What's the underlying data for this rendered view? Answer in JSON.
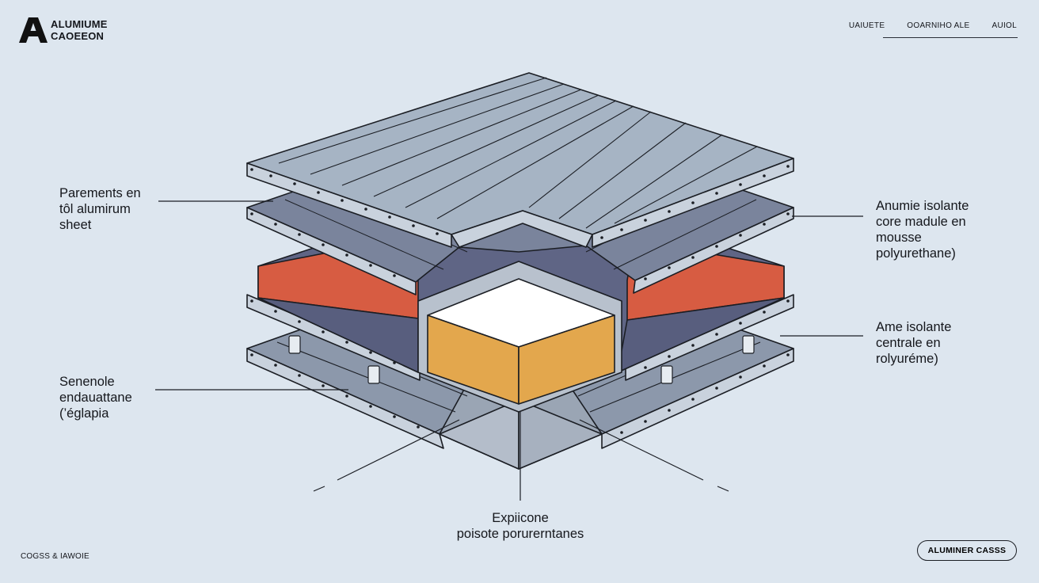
{
  "header": {
    "brand_line1": "ALUMIUME",
    "brand_line2": "CAOEEON",
    "nav": [
      "UAIUETE",
      "OOARNIHO ALE",
      "AUIOL"
    ]
  },
  "callouts": {
    "top_left": [
      "Parements en",
      "tôl alumirum",
      "sheet"
    ],
    "top_right": [
      "Anumie isolante",
      "core madule en",
      "mousse",
      "polyurethane)"
    ],
    "mid_right": [
      "Ame isolante",
      "centrale en",
      "rolyuréme)"
    ],
    "bottom_left": [
      "Senenole",
      "endauattane",
      "(’églapia"
    ],
    "bottom_center": [
      "Expiicone",
      "poisote porurerntanes"
    ]
  },
  "footer": {
    "left_text": "COGSS & IAWOIE",
    "cta_label": "ALUMINER CASSS"
  },
  "colors": {
    "background": "#dde6ef",
    "panel_top": "#a6b4c4",
    "panel_inner": "#7a849c",
    "core_navy": "#5f6585",
    "insulation_red": "#d75c42",
    "core_orange": "#e3a74d",
    "core_top": "#ffffff",
    "line": "#1b1e24"
  }
}
